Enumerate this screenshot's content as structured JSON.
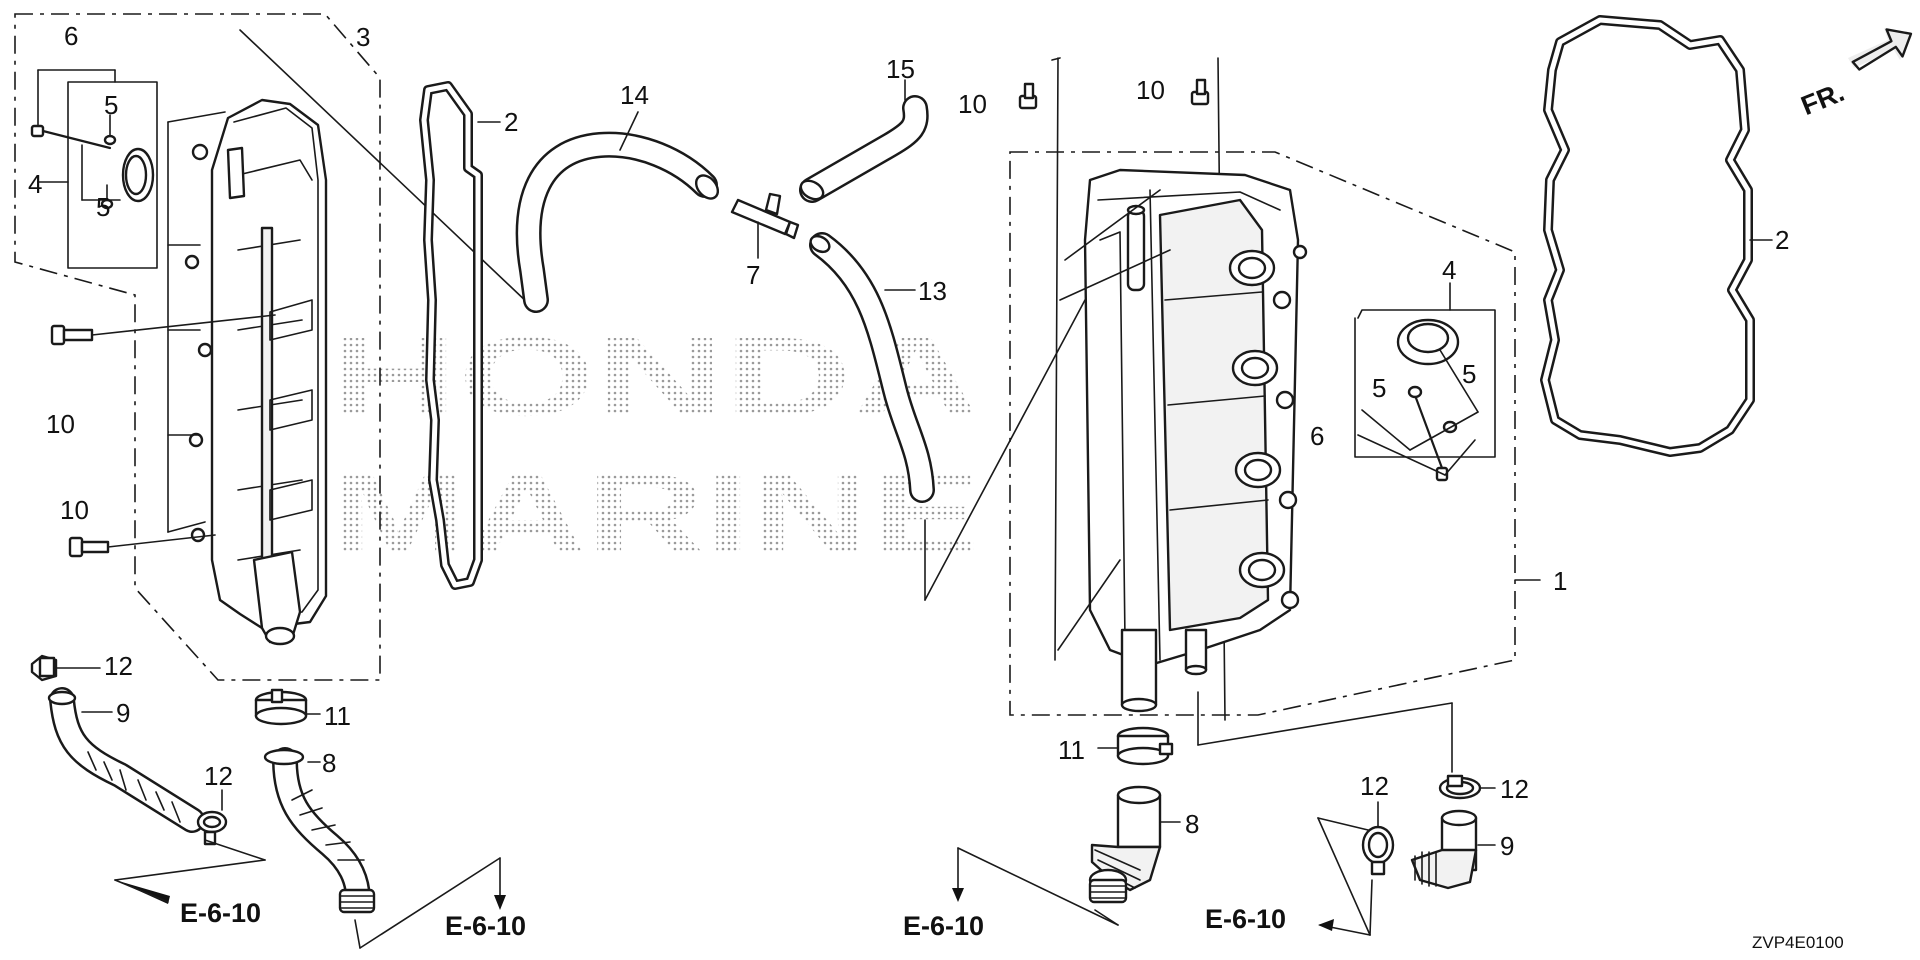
{
  "watermark": {
    "line1": "HONDA",
    "line2": "MARINE"
  },
  "callouts": {
    "n1": "1",
    "n2a": "2",
    "n2b": "2",
    "n3": "3",
    "n4a": "4",
    "n4b": "4",
    "n5a": "5",
    "n5b": "5",
    "n5c": "5",
    "n5d": "5",
    "n6a": "6",
    "n6b": "6",
    "n7": "7",
    "n8a": "8",
    "n8b": "8",
    "n9a": "9",
    "n9b": "9",
    "n10a": "10",
    "n10b": "10",
    "n10c": "10",
    "n10d": "10",
    "n11a": "11",
    "n11b": "11",
    "n12a": "12",
    "n12b": "12",
    "n12c": "12",
    "n12d": "12",
    "n13": "13",
    "n14": "14",
    "n15": "15"
  },
  "references": {
    "r1": "E-6-10",
    "r2": "E-6-10",
    "r3": "E-6-10",
    "r4": "E-6-10"
  },
  "front_marker": "FR.",
  "diagram_code": "ZVP4E0100"
}
